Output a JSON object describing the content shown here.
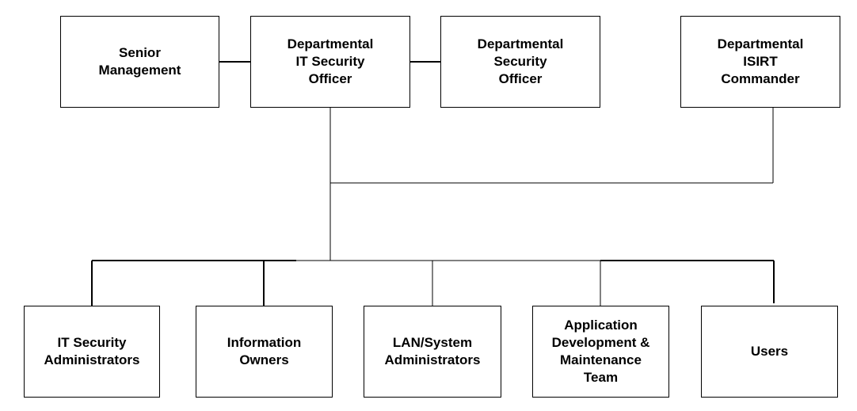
{
  "diagram": {
    "top_row": {
      "senior_management": "Senior\nManagement",
      "it_security_officer": "Departmental\nIT Security\nOfficer",
      "security_officer": "Departmental\nSecurity\nOfficer",
      "isirt_commander": "Departmental\nISIRT\nCommander"
    },
    "bottom_row": {
      "it_security_admins": "IT Security\nAdministrators",
      "information_owners": "Information\nOwners",
      "lan_system_admins": "LAN/System\nAdministrators",
      "app_dev_team": "Application\nDevelopment &\nMaintenance\nTeam",
      "users": "Users"
    },
    "colors": {
      "line": "#000000",
      "box_border": "#000000",
      "box_fill": "#ffffff",
      "text": "#000000"
    }
  }
}
